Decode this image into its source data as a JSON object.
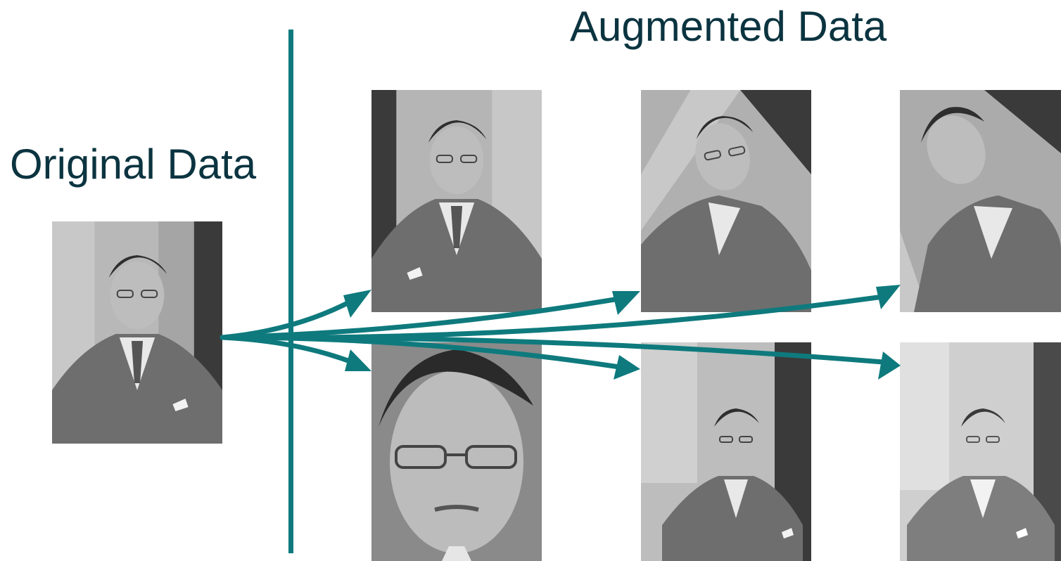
{
  "titles": {
    "augmented": "Augmented Data",
    "original": "Original Data"
  },
  "colors": {
    "title_text": "#0b3440",
    "accent_teal": "#0e7a7d",
    "photo_grayscale": "#9a9a9a"
  },
  "images": [
    {
      "id": "original",
      "description": "portrait-original"
    },
    {
      "id": "aug-1",
      "description": "portrait-copy"
    },
    {
      "id": "aug-2",
      "description": "portrait-rotated-left"
    },
    {
      "id": "aug-3",
      "description": "portrait-rotated-more"
    },
    {
      "id": "aug-4",
      "description": "portrait-zoomed-face"
    },
    {
      "id": "aug-5",
      "description": "portrait-shrunk"
    },
    {
      "id": "aug-6",
      "description": "portrait-shrunk-bright"
    }
  ]
}
